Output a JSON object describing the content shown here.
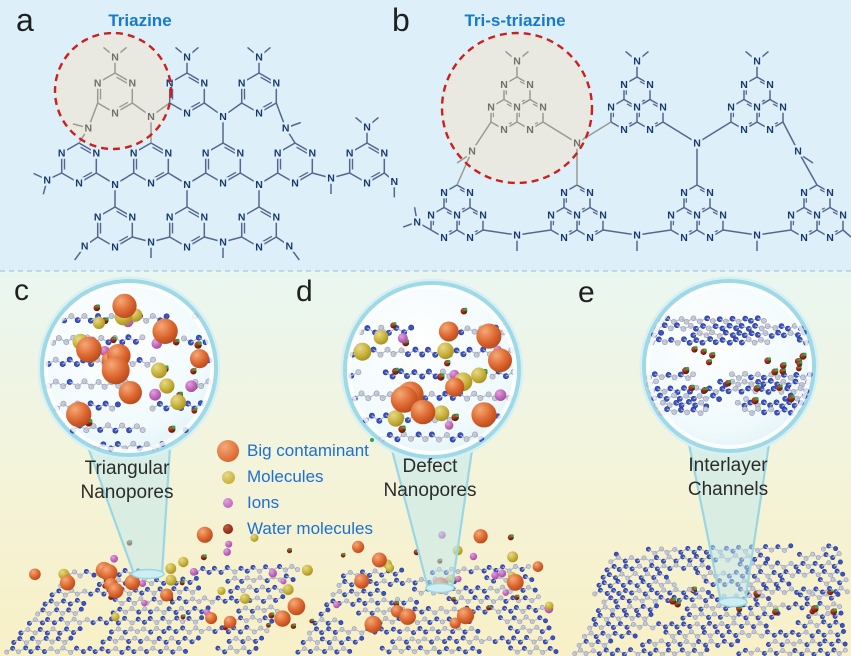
{
  "figure": {
    "panels": {
      "a": {
        "letter": "a",
        "title": "Triazine"
      },
      "b": {
        "letter": "b",
        "title": "Tri-s-triazine"
      },
      "c": {
        "letter": "c",
        "caption": [
          "Triangular",
          "Nanopores"
        ]
      },
      "d": {
        "letter": "d",
        "caption": [
          "Defect",
          "Nanopores"
        ]
      },
      "e": {
        "letter": "e",
        "caption": [
          "Interlayer",
          "Channels"
        ]
      }
    },
    "legend": [
      {
        "label": "Big contaminant",
        "color": "#dd6730",
        "highlight": "#f4a977",
        "size": 22
      },
      {
        "label": "Molecules",
        "color": "#c8b23a",
        "highlight": "#e6d98a",
        "size": 13
      },
      {
        "label": "Ions",
        "color": "#c266be",
        "highlight": "#e0a2dd",
        "size": 10
      },
      {
        "label": "Water molecules",
        "color": "#8e2412",
        "highlight": "#c05a40",
        "size": 10,
        "accent": "#35a23f"
      }
    ],
    "colors": {
      "title_blue": "#1779cf",
      "legend_text": "#1d6fd0",
      "caption_text": "#2b2b2b",
      "letter_text": "#1f1f1f",
      "highlight_circle": "#cc1f1f",
      "top_background": "#ddeff8",
      "big_contaminant": "#dd6730",
      "molecule": "#c8b23a",
      "ion": "#c266be",
      "water": "#8e2412",
      "membrane_atom_blue": "#3b53c4",
      "membrane_atom_light": "#c9cdda"
    }
  }
}
